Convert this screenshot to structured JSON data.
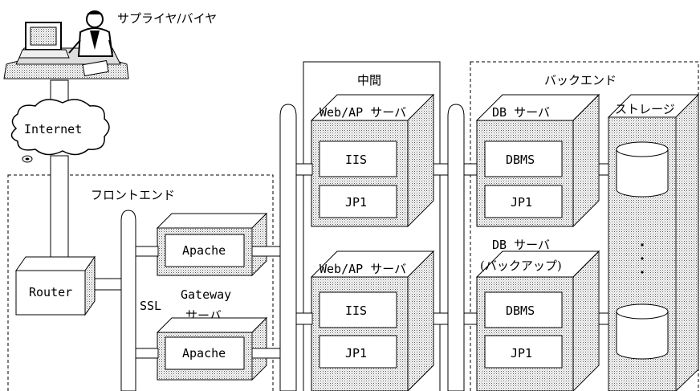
{
  "user_label": "サプライヤ/バイヤ",
  "internet_label": "Internet",
  "front_end": {
    "title": "フロントエンド",
    "router_label": "Router",
    "ssl_label": "SSL",
    "gateway_label_1": "Gateway",
    "gateway_label_2": "サーバ",
    "apache_top": "Apache",
    "apache_bottom": "Apache"
  },
  "middle": {
    "title": "中間",
    "server_top_label": "Web/AP サーバ",
    "server_bottom_label": "Web/AP サーバ",
    "iis_top": "IIS",
    "jp1_top": "JP1",
    "iis_bottom": "IIS",
    "jp1_bottom": "JP1"
  },
  "back_end": {
    "title": "バックエンド",
    "db_top_label": "DB サーバ",
    "db_bottom_label_1": "DB サーバ",
    "db_bottom_label_2": "(バックアップ)",
    "dbms_top": "DBMS",
    "jp1_top": "JP1",
    "dbms_bottom": "DBMS",
    "jp1_bottom": "JP1",
    "storage_label": "ストレージ"
  }
}
